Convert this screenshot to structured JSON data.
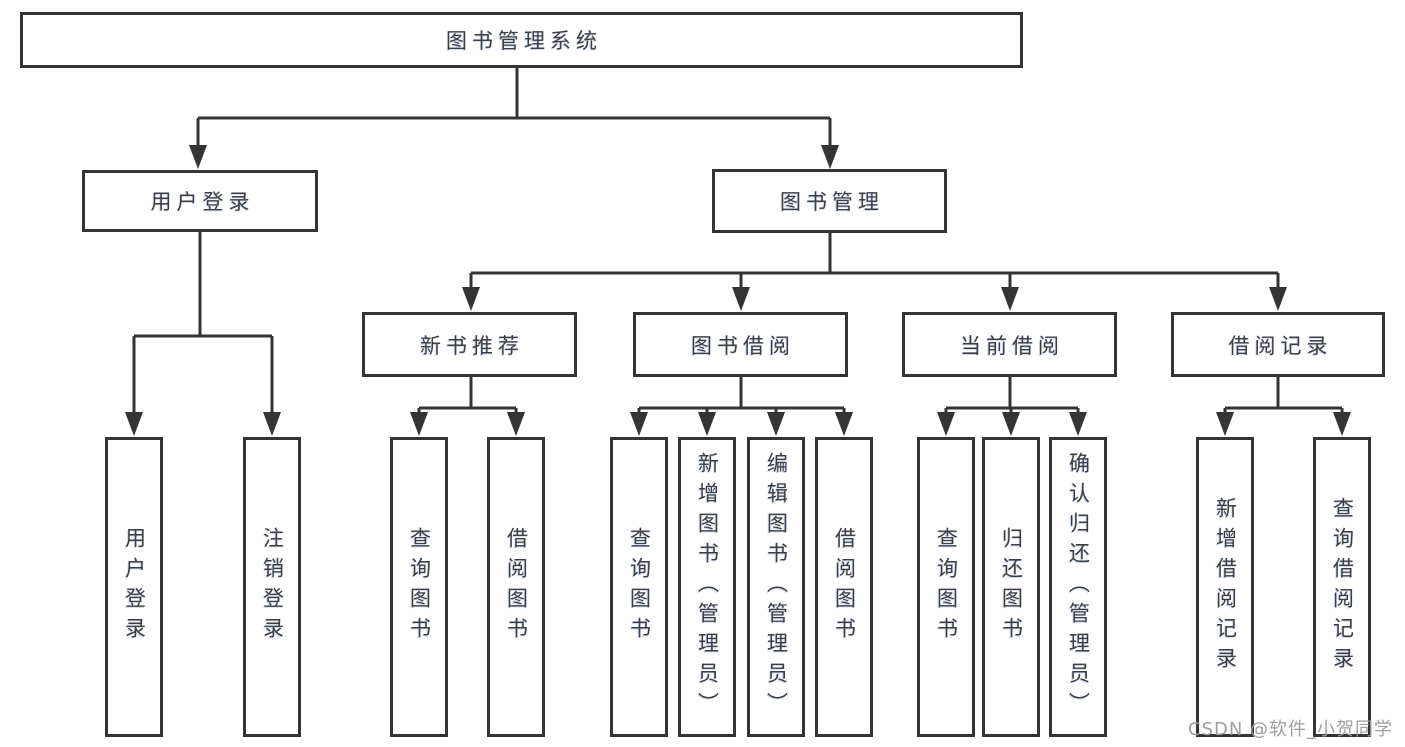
{
  "diagram": {
    "title_node": {
      "label": "图书管理系统"
    },
    "branches": [
      {
        "label": "用户登录",
        "children": [
          {
            "label": "用户登录"
          },
          {
            "label": "注销登录"
          }
        ]
      },
      {
        "label": "图书管理",
        "children": [
          {
            "label": "新书推荐",
            "children": [
              {
                "label": "查询图书"
              },
              {
                "label": "借阅图书"
              }
            ]
          },
          {
            "label": "图书借阅",
            "children": [
              {
                "label": "查询图书"
              },
              {
                "label": "新增图书（管理员）"
              },
              {
                "label": "编辑图书（管理员）"
              },
              {
                "label": "借阅图书"
              }
            ]
          },
          {
            "label": "当前借阅",
            "children": [
              {
                "label": "查询图书"
              },
              {
                "label": "归还图书"
              },
              {
                "label": "确认归还（管理员）"
              }
            ]
          },
          {
            "label": "借阅记录",
            "children": [
              {
                "label": "新增借阅记录"
              },
              {
                "label": "查询借阅记录"
              }
            ]
          }
        ]
      }
    ],
    "watermark": "CSDN @软件_小贺同学",
    "colors": {
      "line": "#343434",
      "text": "#3e3e3e",
      "background": "#ffffff",
      "watermark": "#9e9e9e"
    }
  }
}
